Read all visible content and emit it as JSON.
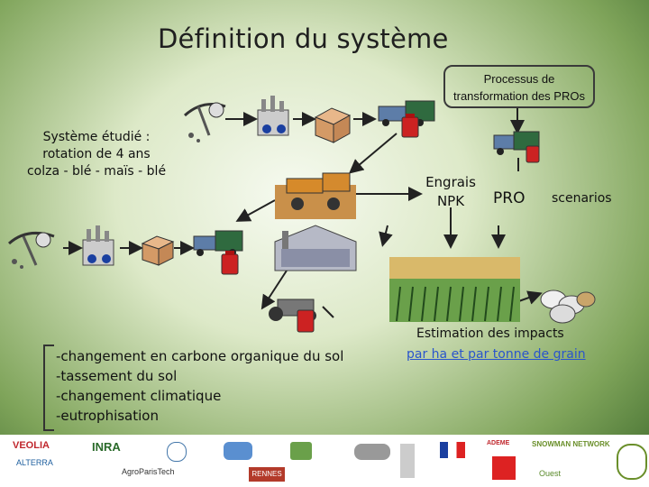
{
  "slide": {
    "title": "Définition du système",
    "process_box": {
      "line1": "Processus de",
      "line2": "transformation des PROs"
    },
    "system": {
      "line1": "Système étudié :",
      "line2": "rotation de 4 ans",
      "line3": "colza - blé - maïs - blé"
    },
    "engrais": {
      "line1": "Engrais",
      "line2": "NPK"
    },
    "pro_label": "PRO",
    "scenarios_label": "scenarios",
    "impacts_list": [
      "-changement en carbone organique du sol",
      "-tassement du sol",
      "-changement climatique",
      "-eutrophisation"
    ],
    "estimation": {
      "title": "Estimation des impacts",
      "link": "par ha et par tonne de grain"
    },
    "colors": {
      "link": "#2a55cc",
      "arrow": "#222222",
      "bg_center": "#f6faf0",
      "bg_edge": "#3e6a2c"
    },
    "icons": [
      "pickaxe-icon",
      "factory-icon",
      "crate-icon",
      "truck-icon",
      "fertilizer-tank-icon",
      "combine-harvester-icon",
      "barn-icon",
      "tractor-icon",
      "crop-field-icon",
      "grain-bags-icon"
    ],
    "footer_logos": {
      "veolia": "VEOLIA",
      "inra": "INRA",
      "alterra": "ALTERRA",
      "agroparistech": "AgroParisTech",
      "ademe": "ADEME",
      "snowman": "SNOWMAN NETWORK",
      "rennes": "RENNES",
      "ouest": "Ouest"
    }
  }
}
